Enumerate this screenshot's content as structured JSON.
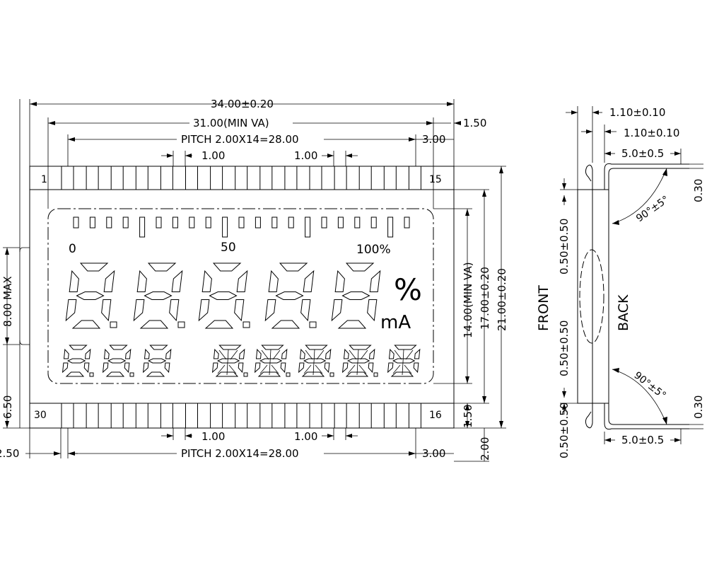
{
  "dims": {
    "overall_width": "34.00±0.20",
    "viewing_area": "31.00(MIN VA)",
    "pitch_top": "PITCH 2.00X14=28.00",
    "pitch_bottom": "PITCH 2.00X14=28.00",
    "edge_top": "3.00",
    "edge_bottom": "3.00",
    "side_right": "1.50",
    "pin_gap_1": "1.00",
    "pin_gap_2": "1.00",
    "pin_gap_3": "1.00",
    "pin_gap_4": "1.00",
    "left_max": "8.00 MAX",
    "left_650": "6.50",
    "left_250": "2.50",
    "va_height": "14.00(MIN VA)",
    "glass_height": "17.00±0.20",
    "total_height": "21.00±0.20",
    "pin_len": "1.50",
    "pin_len2": "2.00"
  },
  "pins": {
    "p1": "1",
    "p15": "15",
    "p30": "30",
    "p16": "16"
  },
  "lcd": {
    "scale_0": "0",
    "scale_50": "50",
    "scale_100": "100%",
    "unit_pct": "%",
    "unit_ma": "mA"
  },
  "side": {
    "t1": "1.10±0.10",
    "t2": "1.10±0.10",
    "w_top": "5.0±0.5",
    "w_bot": "5.0±0.5",
    "angle_top": "90°±5°",
    "angle_bot": "90°±5°",
    "v1": "0.50±0.50",
    "v2": "0.50±0.50",
    "v3": "0.50±0.50",
    "r1": "0.30",
    "r2": "0.30",
    "front": "FRONT",
    "back": "BACK"
  }
}
